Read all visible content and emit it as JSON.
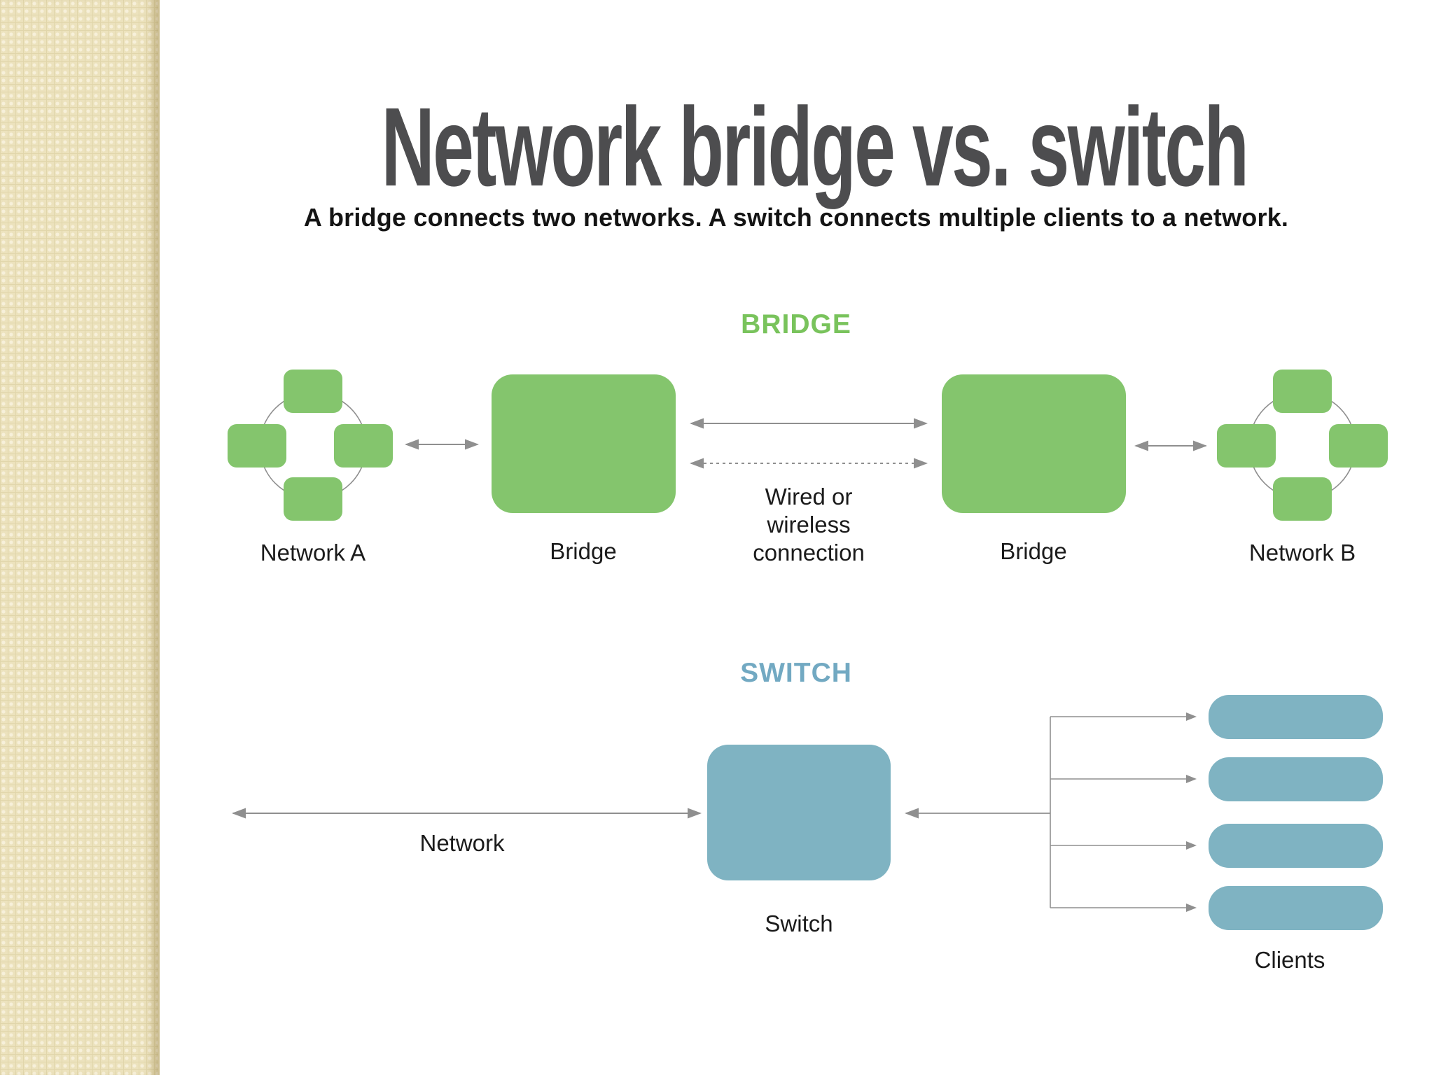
{
  "title": "Network bridge vs. switch",
  "subtitle": "A bridge connects two networks. A switch connects multiple clients to a network.",
  "bridge": {
    "heading": "BRIDGE",
    "network_a_label": "Network A",
    "bridge_left_label": "Bridge",
    "connection_label": "Wired or\nwireless\nconnection",
    "bridge_right_label": "Bridge",
    "network_b_label": "Network B"
  },
  "switch": {
    "heading": "SWITCH",
    "network_label": "Network",
    "switch_label": "Switch",
    "clients_label": "Clients",
    "client_count": 4
  },
  "colors": {
    "node_green": "#84c56d",
    "heading_green": "#79c35c",
    "node_blue": "#7fb3c2",
    "heading_blue": "#72a9c2",
    "title_gray": "#4d4d4f",
    "text_dark": "#1b1b1b",
    "line_gray": "#8f8f8f",
    "sidebar_beige": "#ece2bd"
  }
}
